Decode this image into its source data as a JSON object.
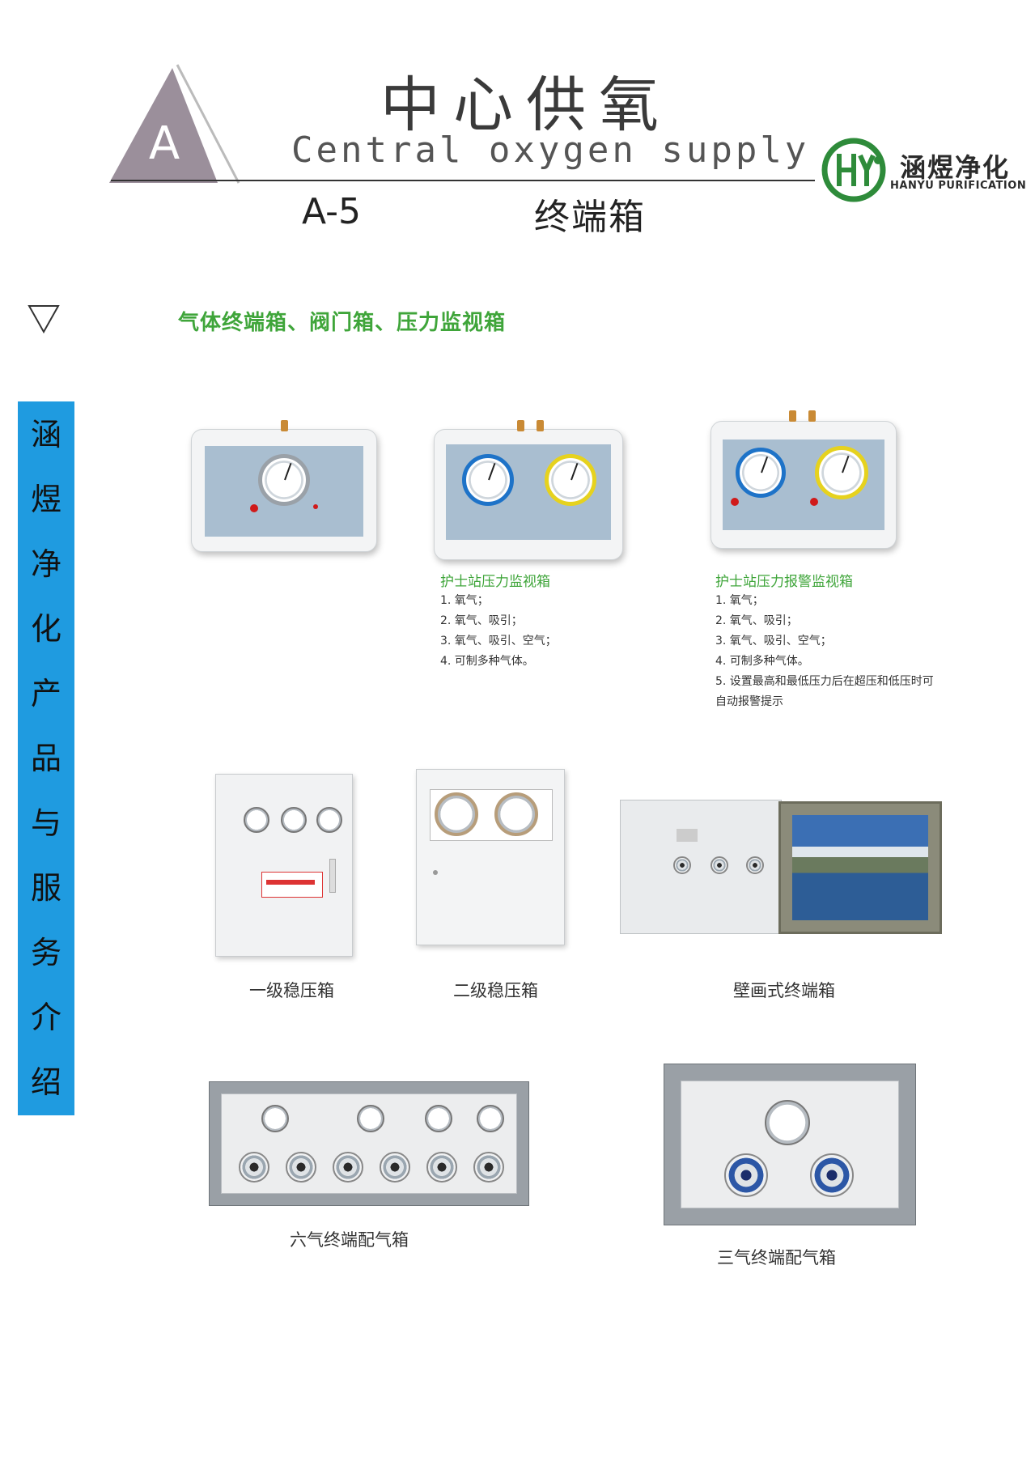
{
  "header": {
    "badge_letter": "A",
    "title_cn": "中心供氧",
    "title_en": "Central oxygen supply",
    "code": "A-5",
    "subtitle_cn": "终端箱"
  },
  "logo": {
    "name_cn": "涵煜净化",
    "name_en": "HANYU PURIFICATION",
    "brand_color": "#2e8b3a"
  },
  "section": {
    "title": "气体终端箱、阀门箱、压力监视箱",
    "title_color": "#3fa53a"
  },
  "sidebar": {
    "color": "#1f9be0",
    "chars": [
      "涵",
      "煜",
      "净",
      "化",
      "产",
      "品",
      "与",
      "服",
      "务",
      "介",
      "绍"
    ]
  },
  "products": {
    "monitor": {
      "title": "护士站压力监视箱",
      "items": [
        "1. 氧气；",
        "2. 氧气、吸引；",
        "3. 氧气、吸引、空气；",
        "4. 可制多种气体。"
      ]
    },
    "alarm": {
      "title": "护士站压力报警监视箱",
      "items": [
        "1. 氧气；",
        "2. 氧气、吸引；",
        "3. 氧气、吸引、空气；",
        "4. 可制多种气体。",
        "5. 设置最高和最低压力后在超压和低压时可",
        "自动报警提示"
      ]
    },
    "captions": {
      "stage1": "一级稳压箱",
      "stage2": "二级稳压箱",
      "mural": "壁画式终端箱",
      "six_gas": "六气终端配气箱",
      "three_gas": "三气终端配气箱"
    }
  }
}
